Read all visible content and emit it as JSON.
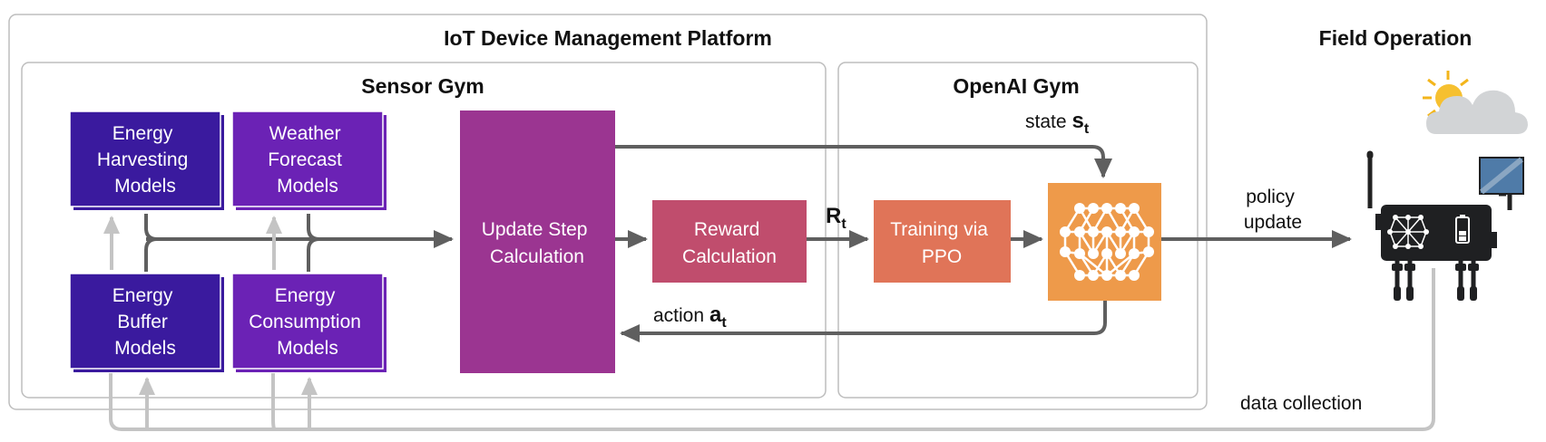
{
  "platform": {
    "title": "IoT Device Management Platform"
  },
  "sensor_gym": {
    "title": "Sensor Gym"
  },
  "openai_gym": {
    "title": "OpenAI Gym"
  },
  "field": {
    "title": "Field Operation"
  },
  "models": {
    "energy_harvesting": [
      "Energy",
      "Harvesting",
      "Models"
    ],
    "weather_forecast": [
      "Weather",
      "Forecast",
      "Models"
    ],
    "energy_buffer": [
      "Energy",
      "Buffer",
      "Models"
    ],
    "energy_consumption": [
      "Energy",
      "Consumption",
      "Models"
    ]
  },
  "update_step": [
    "Update Step",
    "Calculation"
  ],
  "reward": [
    "Reward",
    "Calculation"
  ],
  "training": [
    "Training via",
    "PPO"
  ],
  "labels": {
    "state_word": "state",
    "state_sym": "s",
    "state_sub": "t",
    "reward_sym": "R",
    "reward_sub": "t",
    "action_word": "action",
    "action_sym": "a",
    "action_sub": "t",
    "policy_update": [
      "policy",
      "update"
    ],
    "data_collection": "data collection"
  },
  "colors": {
    "indigo": "#3a1a9e",
    "violet": "#6b22b5",
    "magenta": "#9b3591",
    "rose": "#c04d6d",
    "coral": "#e07458",
    "orange": "#ee9a4a",
    "arrow_dark": "#5f5f5f",
    "arrow_light": "#c4c4c4",
    "frame": "#bdbdbd"
  },
  "icons": [
    "neural-network-icon",
    "weather-sun-cloud-icon",
    "iot-device-icon",
    "solar-panel-icon",
    "battery-icon"
  ]
}
